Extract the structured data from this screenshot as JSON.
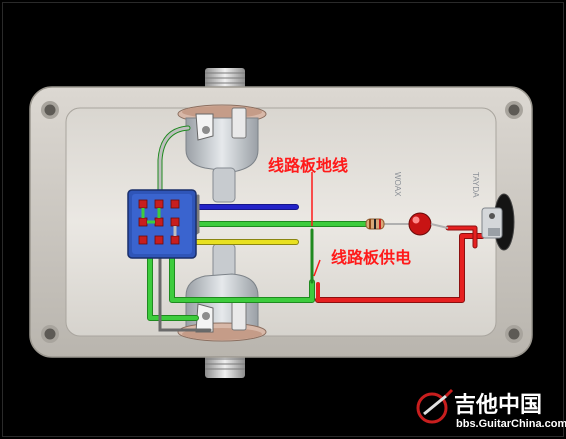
{
  "labels": {
    "ground": "线路板地线",
    "power": "线路板供电"
  },
  "watermark": {
    "cn": "吉他中国",
    "url": "bbs.GuitarChina.com"
  },
  "colors": {
    "background": "#000000",
    "enclosure": "#cfcbc4",
    "enclosure_inner": "#e4e1dc",
    "wire_green": "#3dcc3d",
    "wire_red": "#e62020",
    "wire_blue": "#2323c8",
    "wire_yellow": "#e8e020",
    "switch_blue": "#2f55b8",
    "label_red": "#ff1a1a"
  },
  "icons": {
    "switch": "3pdt-footswitch-icon",
    "input_jack": "input-jack-icon",
    "output_jack": "output-jack-icon",
    "dc_jack": "dc-power-jack-icon",
    "led": "led-icon",
    "resistor": "resistor-icon",
    "logo": "guitarchina-logo-icon"
  }
}
